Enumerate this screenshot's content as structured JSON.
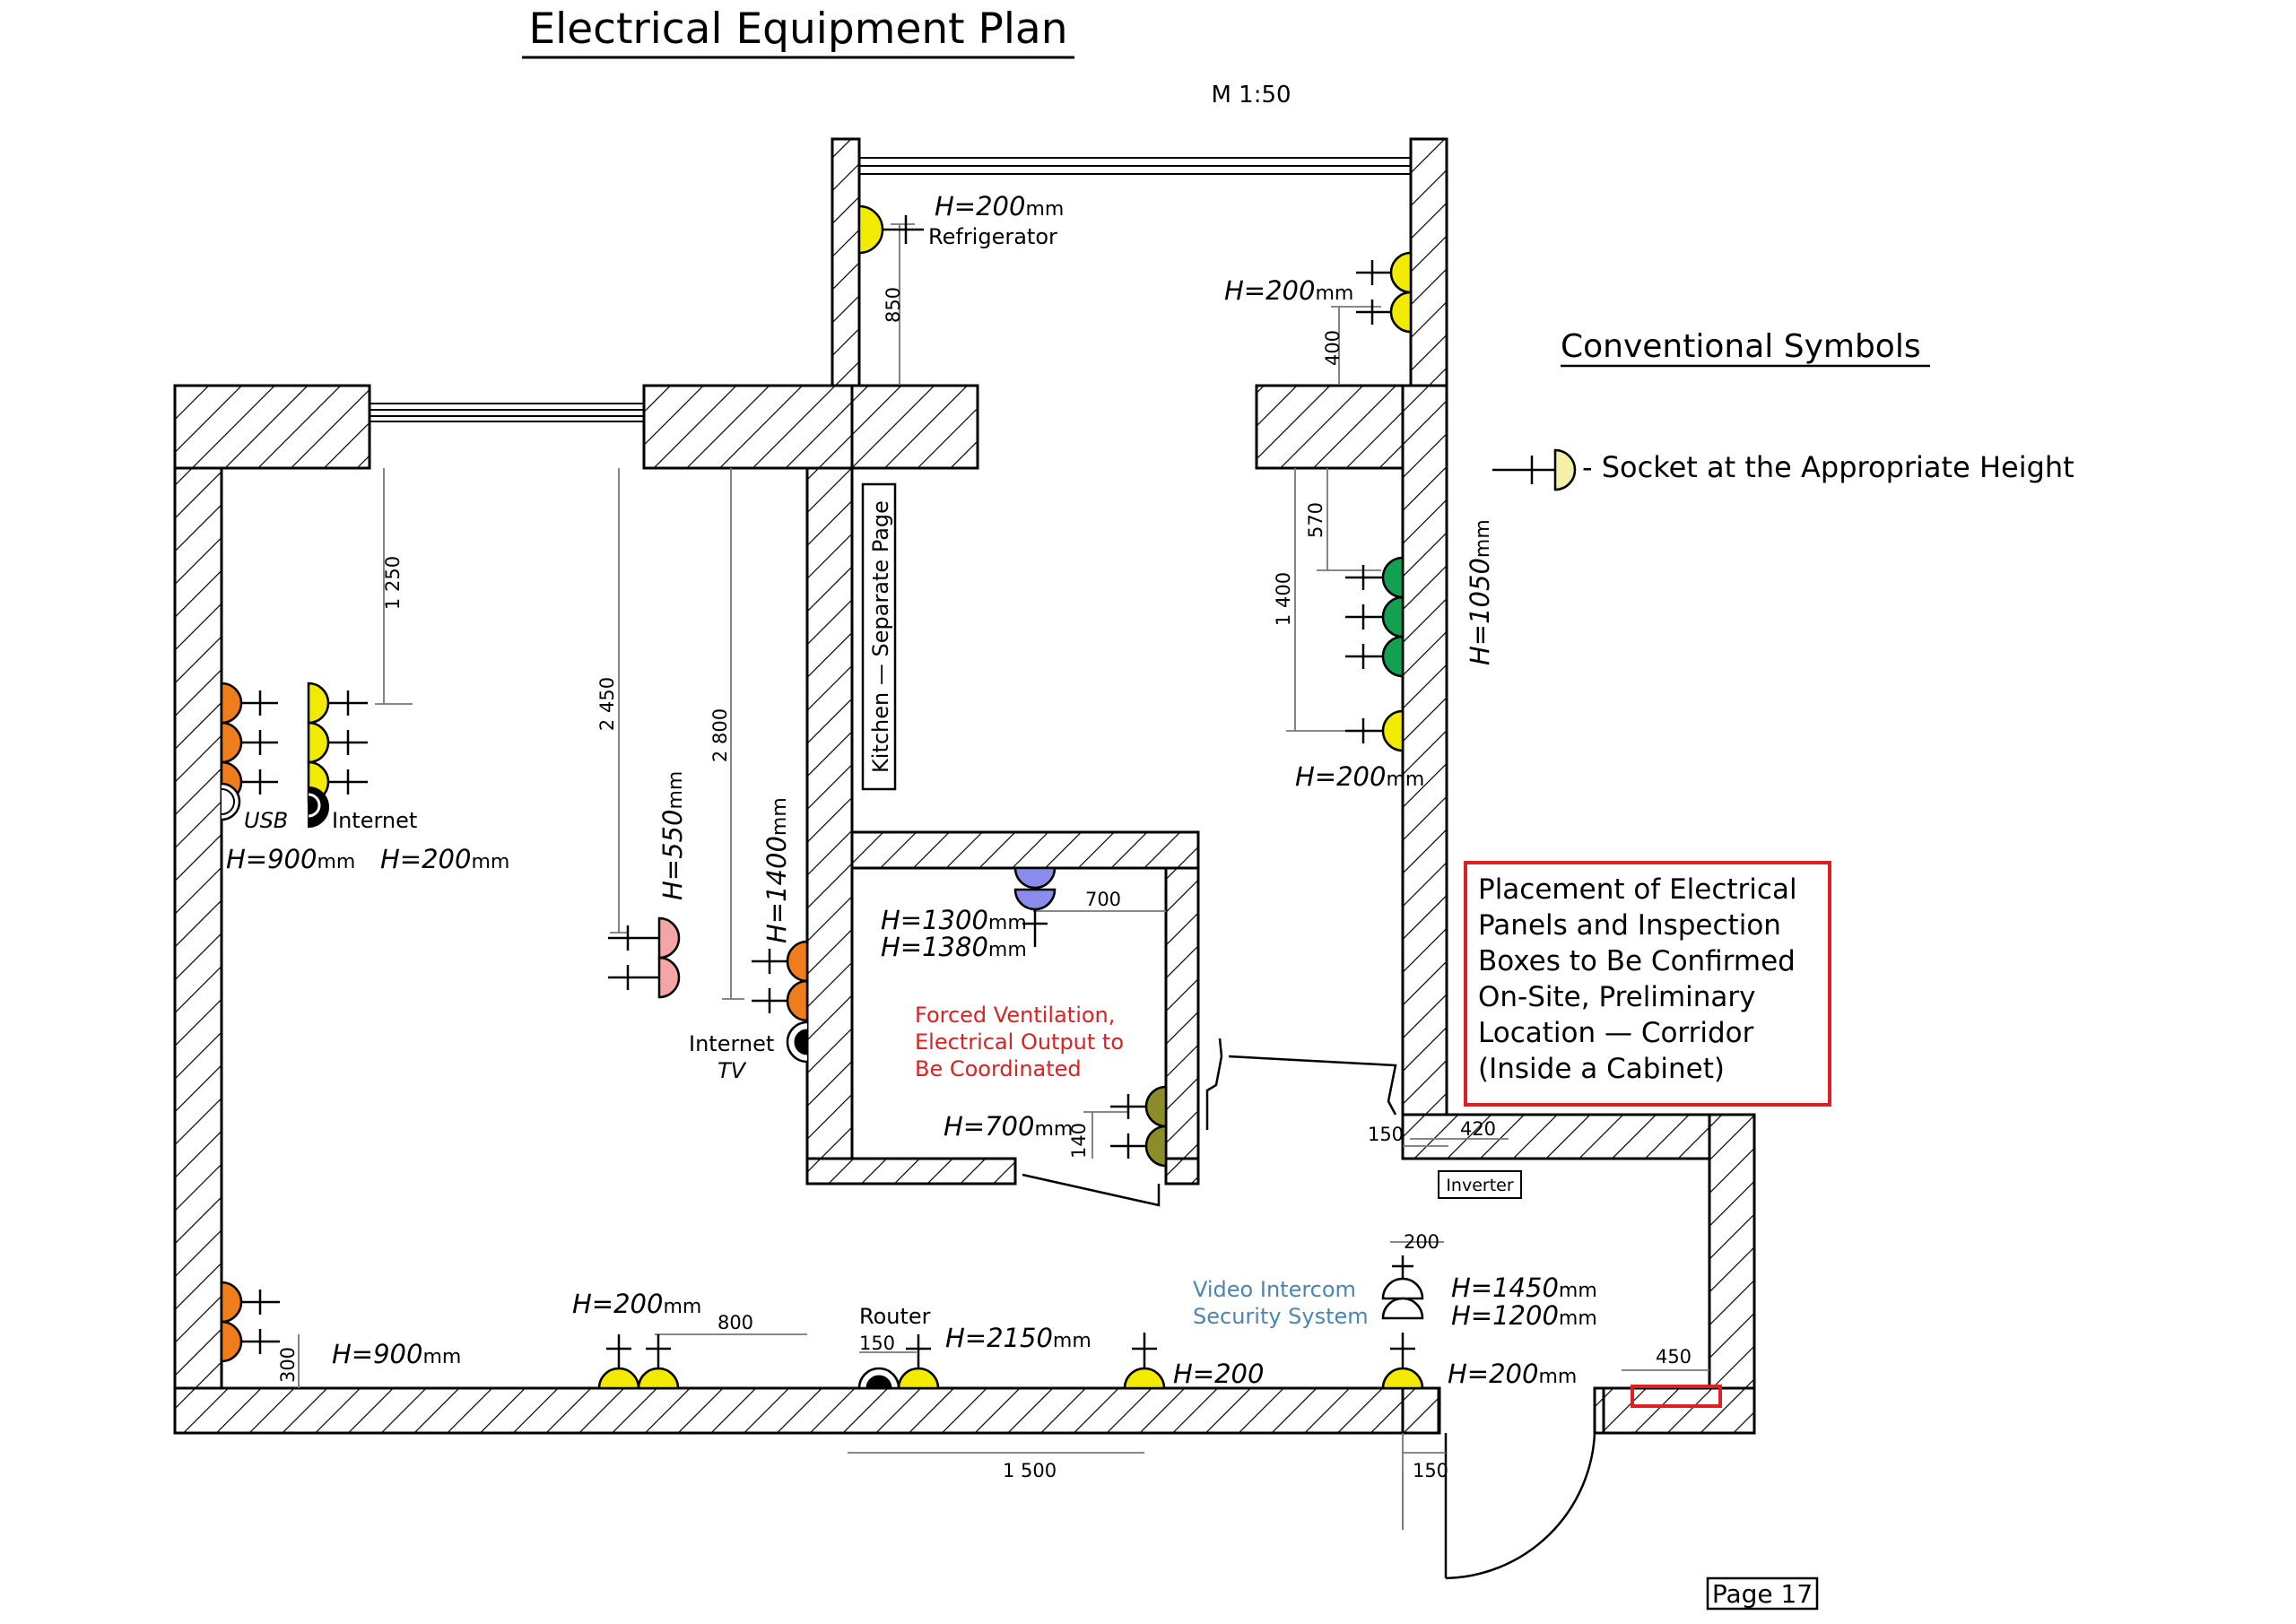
{
  "title": "Electrical Equipment Plan",
  "scale": "M 1:50",
  "legend": {
    "title": "Conventional Symbols",
    "socket_desc": "- Socket at the Appropriate Height"
  },
  "note": {
    "lines": [
      "Placement of Electrical",
      "Panels and Inspection",
      "Boxes to Be Confirmed",
      "On-Site, Preliminary",
      "Location — Corridor",
      "(Inside a Cabinet)"
    ]
  },
  "kitchen_label": "Kitchen — Separate Page",
  "ventilation_note": [
    "Forced Ventilation,",
    "Electrical Output to",
    "Be Coordinated"
  ],
  "video_intercom": [
    "Video Intercom",
    "Security System"
  ],
  "labels": {
    "refrigerator": "Refrigerator",
    "usb": "USB",
    "internet": "Internet",
    "internet2": "Internet",
    "tv": "TV",
    "router": "Router",
    "inverter": "Inverter"
  },
  "heights": {
    "refrigerator": {
      "h": "H=200",
      "unit": "mm"
    },
    "balcony_right": {
      "h": "H=200",
      "unit": "mm"
    },
    "bedroom_right": {
      "h": "H=1050",
      "unit": "mm"
    },
    "bedroom_low": {
      "h": "H=200",
      "unit": "mm"
    },
    "usb": {
      "h": "H=900",
      "unit": "mm"
    },
    "internet": {
      "h": "H=200",
      "unit": "mm"
    },
    "pink": {
      "h": "H=550",
      "unit": "mm"
    },
    "tv": {
      "h": "H=1400",
      "unit": "mm"
    },
    "bath_top1": {
      "h": "H=1300",
      "unit": "mm"
    },
    "bath_top2": {
      "h": "H=1380",
      "unit": "mm"
    },
    "bath_olive": {
      "h": "H=700",
      "unit": "mm"
    },
    "living_bottom_left": {
      "h": "H=900",
      "unit": "mm"
    },
    "living_bottom_mid": {
      "h": "H=200",
      "unit": "mm"
    },
    "router": {
      "h": "H=2150",
      "unit": "mm"
    },
    "corr_mid": {
      "h": "H=200",
      "unit": ""
    },
    "corr_right": {
      "h": "H=200",
      "unit": "mm"
    },
    "intercom1": {
      "h": "H=1450",
      "unit": "mm"
    },
    "intercom2": {
      "h": "H=1200",
      "unit": "mm"
    }
  },
  "dimensions": {
    "d850": "850",
    "d400": "400",
    "d570": "570",
    "d1400": "1 400",
    "d1250": "1 250",
    "d2450": "2 450",
    "d2800": "2 800",
    "d700": "700",
    "d140": "140",
    "d150a": "150",
    "d420": "420",
    "d200": "200",
    "d450": "450",
    "d800": "800",
    "d300": "300",
    "d150b": "150",
    "d1500": "1 500",
    "d150c": "150"
  },
  "page_label": "Page 17",
  "colors": {
    "yellow": "#f2ea00",
    "orange": "#f07d1b",
    "green": "#13a050",
    "pink": "#f4a6a6",
    "blue": "#8a8cec",
    "olive": "#8c8c28",
    "legend_socket": "#f5f0a8",
    "note_red": "#e02020",
    "intercom_blue": "#4a86b4"
  }
}
